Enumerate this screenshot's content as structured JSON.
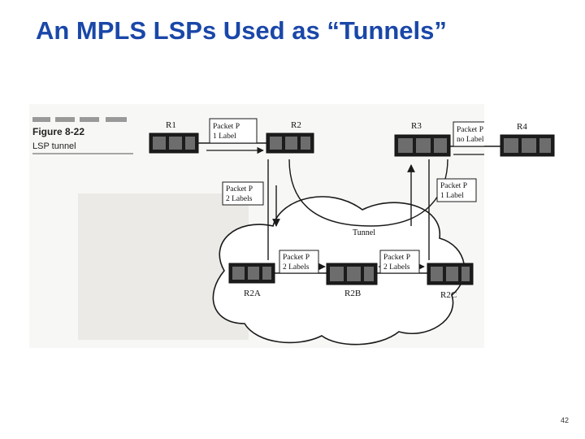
{
  "slide": {
    "title": "An MPLS LSPs Used as “Tunnels”",
    "page_number": "42"
  },
  "figure": {
    "number": "Figure 8-22",
    "caption": "LSP tunnel",
    "tunnel_label": "Tunnel",
    "routers": {
      "r1": "R1",
      "r2": "R2",
      "r3": "R3",
      "r4": "R4",
      "r2a": "R2A",
      "r2b": "R2B",
      "r2c": "R2C"
    },
    "packets": {
      "r1_r2": [
        "Packet P",
        "1 Label"
      ],
      "r3_r4": [
        "Packet P",
        "no Label"
      ],
      "r2_down": [
        "Packet P",
        "2 Labels"
      ],
      "r2c_up": [
        "Packet P",
        "1 Label"
      ],
      "r2a_r2b": [
        "Packet P",
        "2 Labels"
      ],
      "r2b_r2c": [
        "Packet P",
        "2 Labels"
      ]
    },
    "colors": {
      "line": "#1a1a1a",
      "router_body": "#1c1c1c",
      "cloud_fill": "#ffffff"
    }
  }
}
